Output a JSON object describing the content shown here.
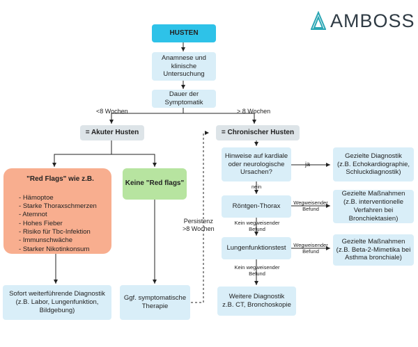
{
  "logo": {
    "text": "AMBOSS"
  },
  "nodes": {
    "husten": "HUSTEN",
    "anamnese": [
      "Anamnese und",
      "klinische",
      "Untersuchung"
    ],
    "dauer": [
      "Dauer der",
      "Symptomatik"
    ],
    "akut": "= Akuter Husten",
    "chronisch": "= Chronischer Husten",
    "red_flags": {
      "title": "\"Red Flags\" wie z.B.",
      "items": [
        "Hämoptoe",
        "Starke Thoraxschmerzen",
        "Atemnot",
        "Hohes Fieber",
        "Risiko für Tbc-Infektion",
        "Immunschwäche",
        "Starker Nikotinkonsum"
      ]
    },
    "keine_red_flags": "Keine \"Red flags\"",
    "sofort": [
      "Sofort weiterführende Diagnostik",
      "(z.B. Labor, Lungenfunktion,",
      "Bildgebung)"
    ],
    "ggf": [
      "Ggf. symptomatische",
      "Therapie"
    ],
    "hinweise": [
      "Hinweise auf kardiale",
      "oder neurologische",
      "Ursachen?"
    ],
    "gezielte_diag": [
      "Gezielte Diagnostik",
      "(z.B. Echokardiographie,",
      "Schluckdiagnostik)"
    ],
    "roentgen": "Röntgen-Thorax",
    "gezielte_mass1": [
      "Gezielte Maßnahmen",
      "(z.B. interventionelle",
      "Verfahren bei",
      "Bronchiektasien)"
    ],
    "lungen": "Lungenfunktionstest",
    "gezielte_mass2": [
      "Gezielte Maßnahmen",
      "(z.B. Beta-2-Mimetika bei",
      "Asthma bronchiale)"
    ],
    "weitere": [
      "Weitere Diagnostik",
      "z.B. CT, Bronchoskopie"
    ]
  },
  "edge_labels": {
    "lt8": "<8 Wochen",
    "gt8": "> 8 Wochen",
    "ja": "ja",
    "nein": "nein",
    "weg1": [
      "Wegweisender",
      "Befund"
    ],
    "weg2": [
      "Wegweisender",
      "Befund"
    ],
    "kein1": [
      "Kein wegweisender",
      "Befund"
    ],
    "kein2": [
      "Kein wegweisender",
      "Befund"
    ],
    "persistenz": [
      "Persistenz",
      ">8 Wochen"
    ]
  },
  "colors": {
    "start": "#2ec2e8",
    "process": "#d9eef8",
    "category": "#dde4e8",
    "alarm": "#f8ae8f",
    "ok": "#b7e4a0",
    "line": "#222222",
    "logo_mark": "#2aa6b4"
  }
}
